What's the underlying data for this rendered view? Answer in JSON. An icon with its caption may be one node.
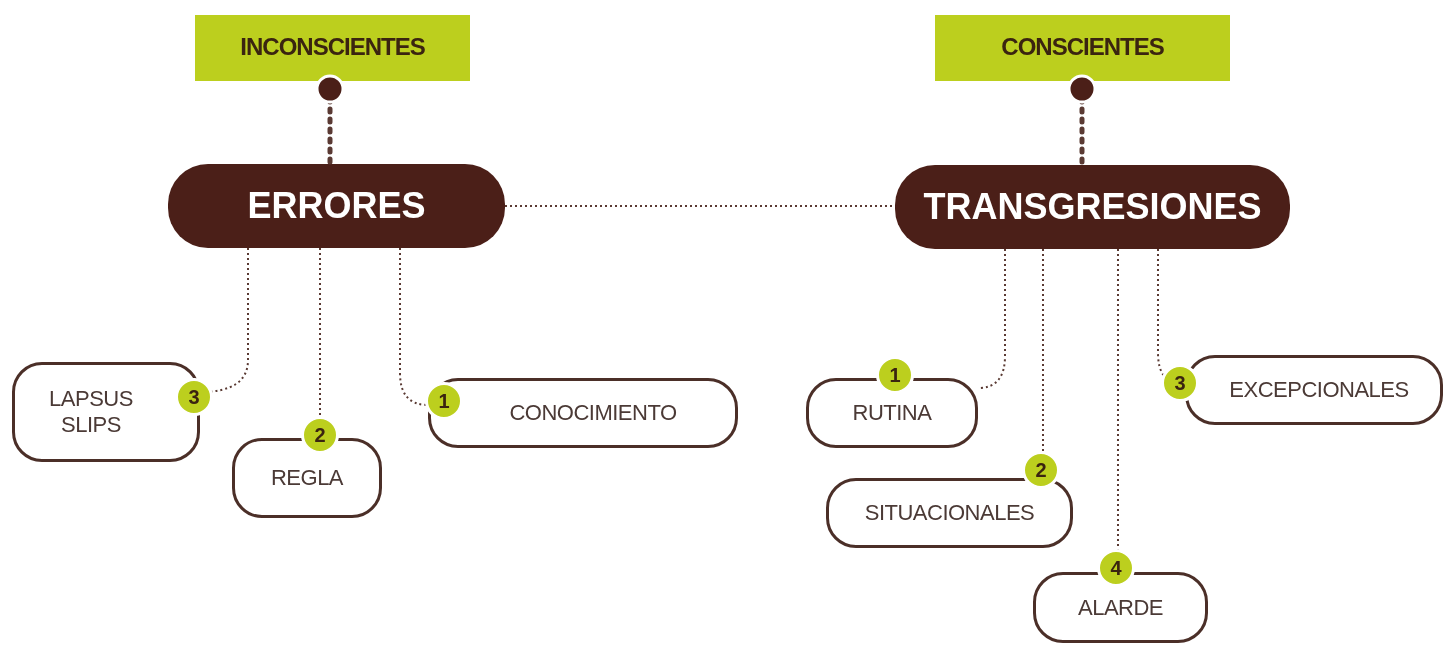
{
  "diagram": {
    "nodes": [
      {
        "text": [
          "INCONSCIENTES"
        ]
      },
      {
        "text": [
          "CONSCIENTES"
        ]
      },
      {
        "text": [
          "ERRORES"
        ]
      },
      {
        "text": [
          "TRANSGRESIONES"
        ]
      },
      {
        "text": [
          "LAPSUS SLIPS"
        ]
      },
      {
        "text": [
          "REGLA"
        ]
      },
      {
        "text": [
          "CONOCIMIENTO"
        ]
      },
      {
        "text": [
          "RUTINA"
        ]
      },
      {
        "text": [
          "SITUACIONALES"
        ]
      },
      {
        "text": [
          "ALARDE"
        ]
      },
      {
        "text": [
          "EXCEPCIONALES"
        ]
      }
    ],
    "edges": [
      {
        "from": 0,
        "to": 2,
        "arrow": "other",
        "style": "dashed"
      },
      {
        "from": 1,
        "to": 3,
        "arrow": "other",
        "style": "dashed"
      },
      {
        "from": 2,
        "to": 3,
        "arrow": "none"
      },
      {
        "from": 2,
        "to": 4,
        "arrow": "none"
      },
      {
        "from": 2,
        "to": 5,
        "arrow": "none"
      },
      {
        "from": 2,
        "to": 6,
        "arrow": "none"
      },
      {
        "from": 3,
        "to": 7,
        "arrow": "none"
      },
      {
        "from": 3,
        "to": 8,
        "arrow": "none"
      },
      {
        "from": 3,
        "to": 9,
        "arrow": "none"
      },
      {
        "from": 3,
        "to": 10,
        "arrow": "none"
      }
    ],
    "labels": [
      "3",
      "1",
      "2",
      "1",
      "3",
      "2",
      "4"
    ]
  }
}
